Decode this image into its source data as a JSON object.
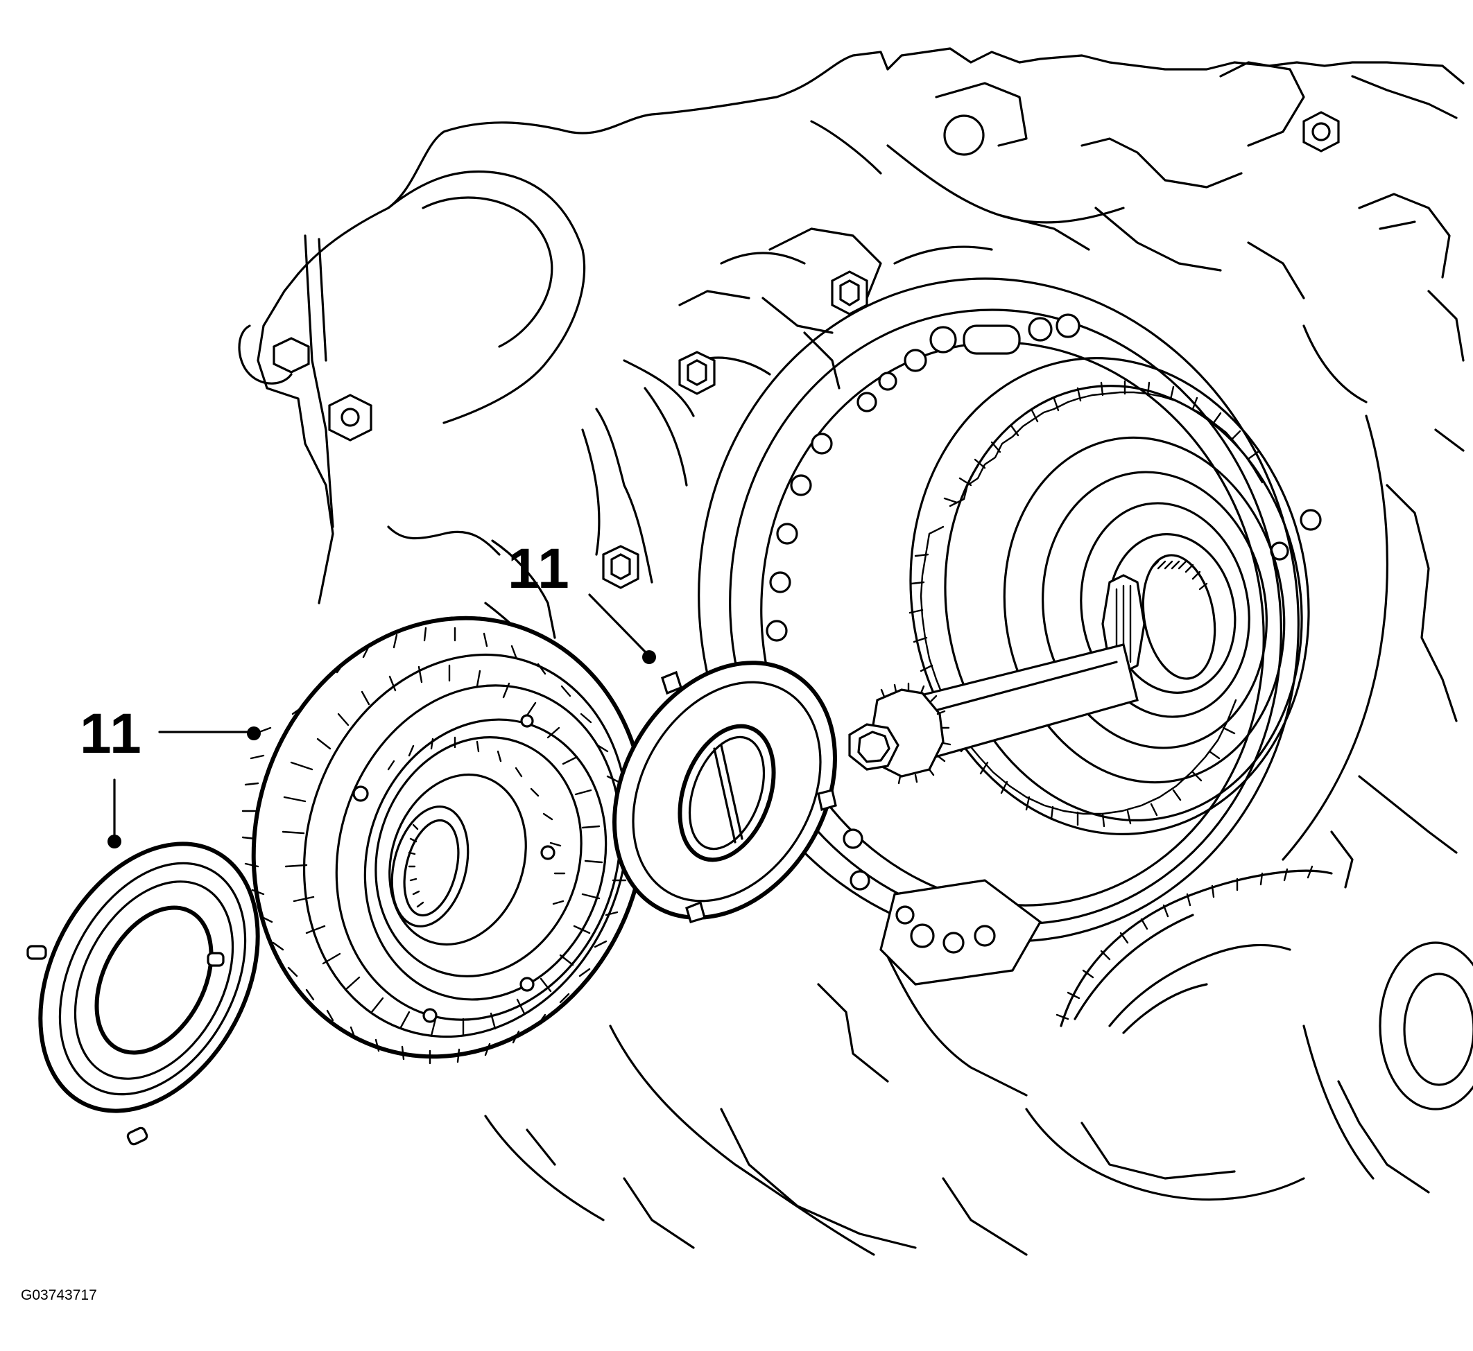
{
  "callouts": [
    {
      "label": "11"
    },
    {
      "label": "11"
    }
  ],
  "figure_id": "G03743717"
}
